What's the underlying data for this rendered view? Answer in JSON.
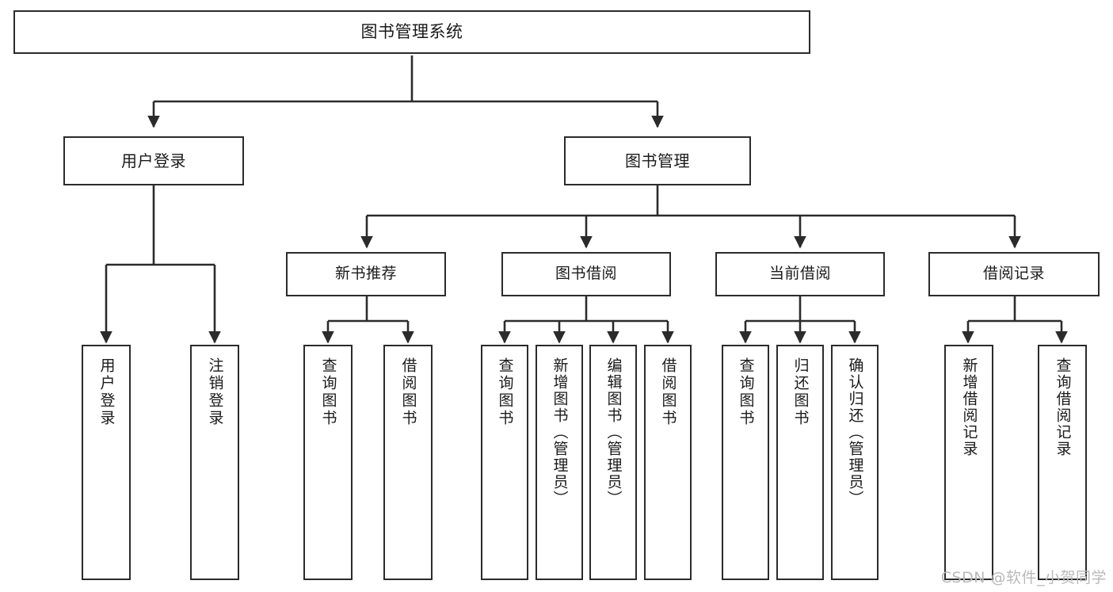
{
  "diagram": {
    "type": "tree-hierarchy",
    "title": "图书管理系统",
    "watermark": "CSDN @软件_小贺同学",
    "colors": {
      "box_border": "#2b2b2b",
      "box_fill": "#ffffff",
      "edge": "#2b2b2b",
      "text": "#1a1a1a",
      "watermark": "#b9b9b9",
      "background": "#ffffff"
    },
    "nodes": {
      "root": {
        "label": "图书管理系统"
      },
      "level2": [
        {
          "label": "用户登录"
        },
        {
          "label": "图书管理"
        }
      ],
      "level3": [
        {
          "label": "新书推荐"
        },
        {
          "label": "图书借阅"
        },
        {
          "label": "当前借阅"
        },
        {
          "label": "借阅记录"
        }
      ],
      "leaves": {
        "user_login": [
          {
            "label": "用户登录"
          },
          {
            "label": "注销登录"
          }
        ],
        "new_book_recommend": [
          {
            "label": "查询图书"
          },
          {
            "label": "借阅图书"
          }
        ],
        "book_borrow": [
          {
            "label": "查询图书"
          },
          {
            "label": "新增图书（管理员）"
          },
          {
            "label": "编辑图书（管理员）"
          },
          {
            "label": "借阅图书"
          }
        ],
        "current_borrow": [
          {
            "label": "查询图书"
          },
          {
            "label": "归还图书"
          },
          {
            "label": "确认归还（管理员）"
          }
        ],
        "borrow_record": [
          {
            "label": "新增借阅记录"
          },
          {
            "label": "查询借阅记录"
          }
        ]
      }
    }
  }
}
